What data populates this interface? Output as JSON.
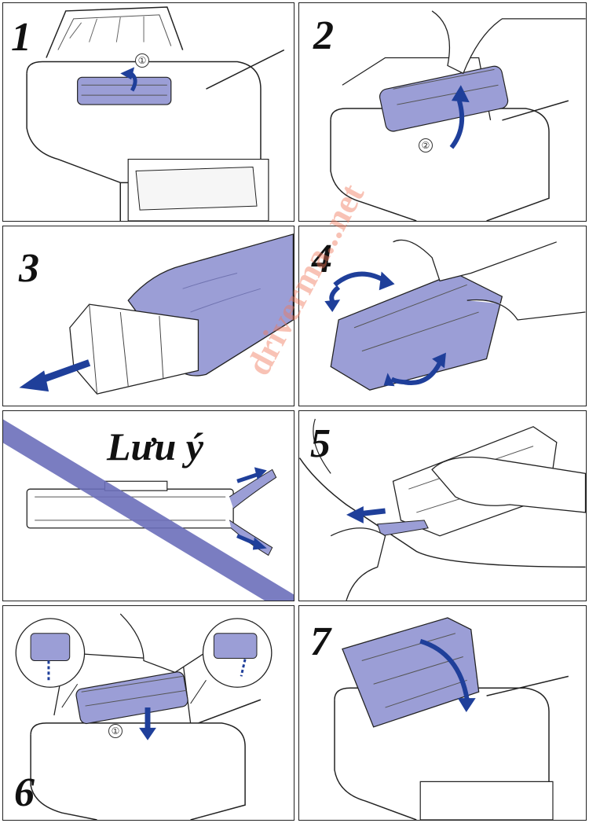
{
  "steps": [
    {
      "number": "1",
      "marker": "①"
    },
    {
      "number": "2",
      "marker": "②"
    },
    {
      "number": "3"
    },
    {
      "number": "4"
    },
    {
      "number": "5"
    },
    {
      "number": "6",
      "marker": "①"
    },
    {
      "number": "7"
    }
  ],
  "note": {
    "title": "Lưu ý"
  },
  "watermark": "driverma...net",
  "colors": {
    "cartridge": "#9b9ed6",
    "arrow": "#1f3f9a",
    "strike": "#6b6fba",
    "outline": "#222222"
  }
}
